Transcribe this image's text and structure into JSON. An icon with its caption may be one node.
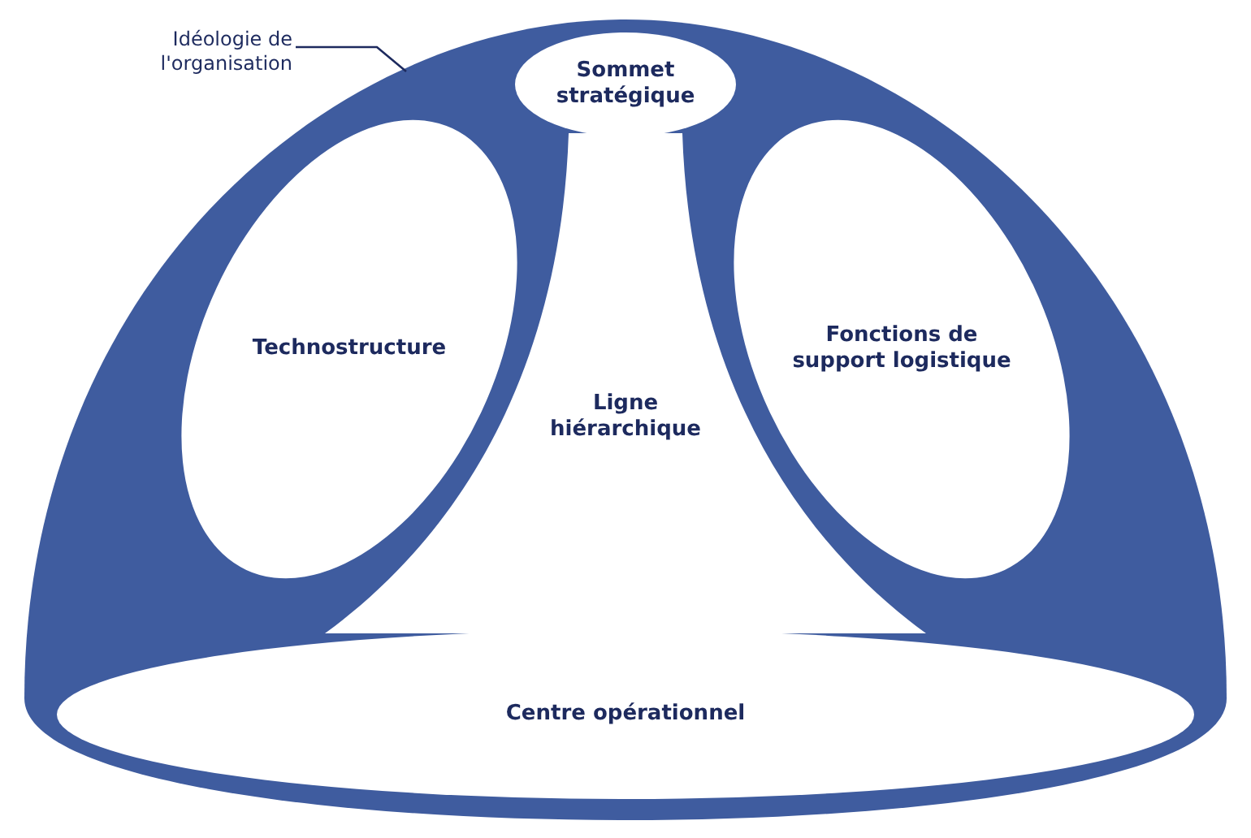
{
  "diagram": {
    "nodes": [
      {
        "text": [
          "Idéologie de l'organisation"
        ]
      },
      {
        "text": [],
        "shape": "dome"
      },
      {
        "text": [
          "Sommet stratégique"
        ],
        "in": 1
      },
      {
        "text": [
          "Technostructure"
        ],
        "in": 1
      },
      {
        "text": [
          "Fonctions de support logistique"
        ],
        "in": 1
      },
      {
        "text": [
          "Ligne hiérarchique"
        ],
        "in": 1
      },
      {
        "text": [
          "Centre opérationnel"
        ],
        "in": 1
      }
    ],
    "edges": [
      {
        "from": 0,
        "to": 1,
        "arrow": "none"
      }
    ]
  }
}
